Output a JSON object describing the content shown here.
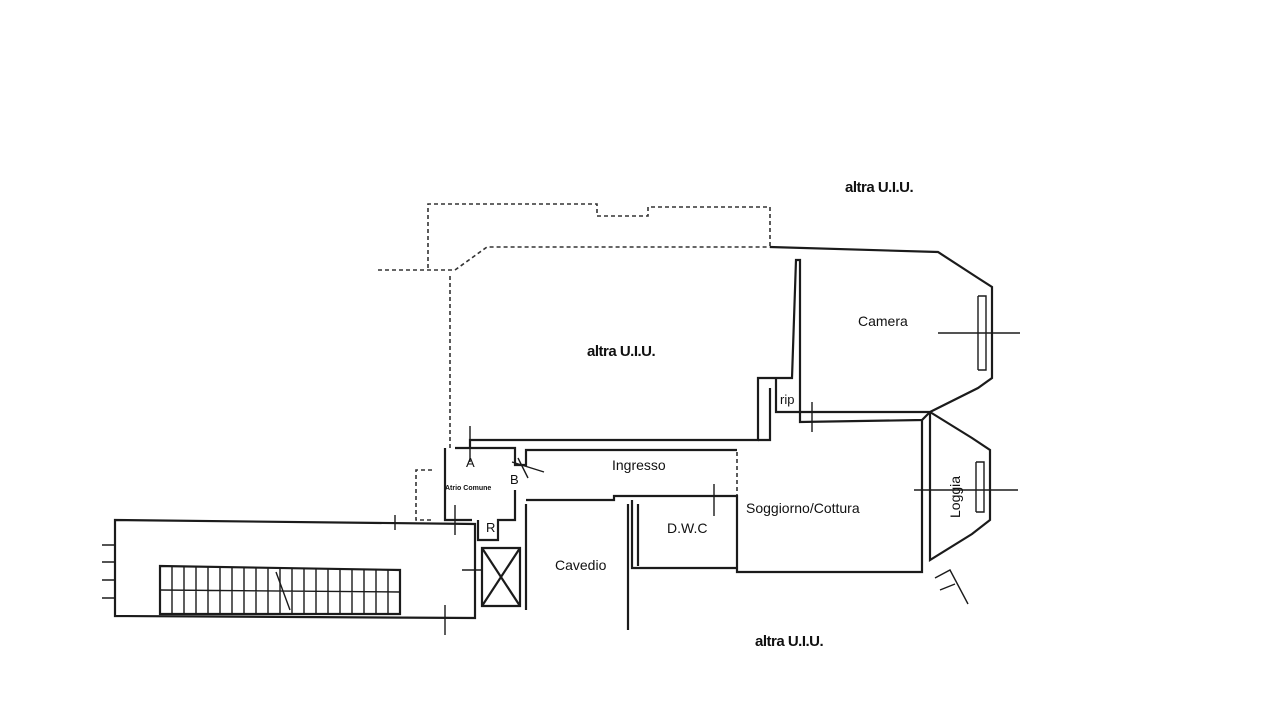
{
  "labels": {
    "altra_top_right": "altra U.I.U.",
    "altra_center": "altra U.I.U.",
    "altra_bottom": "altra U.I.U.",
    "camera": "Camera",
    "rip": "rip",
    "ingresso": "Ingresso",
    "soggiorno": "Soggiorno/Cottura",
    "dwc": "D.W.C",
    "cavedio": "Cavedio",
    "loggia": "Loggia",
    "atrio": "Atrio Comune",
    "mark_a": "A",
    "mark_b": "B",
    "mark_r": "R"
  },
  "colors": {
    "line": "#1b1b1b",
    "background": "#ffffff"
  }
}
